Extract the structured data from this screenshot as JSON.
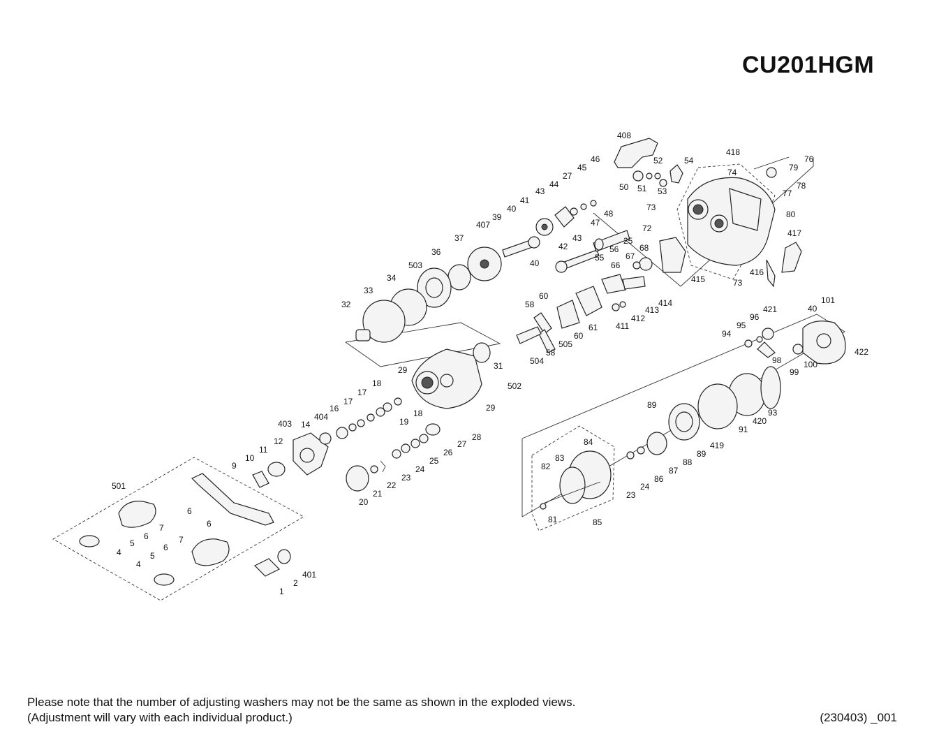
{
  "title": "CU201HGM",
  "note_line1": "Please note that the number of adjusting washers may not be the same as shown in the exploded views.",
  "note_line2": "(Adjustment will vary with each individual product.)",
  "code": "(230403) _001",
  "labels": {
    "p408": "408",
    "p418": "418",
    "p76": "76",
    "p79": "79",
    "p78": "78",
    "p77": "77",
    "p74": "74",
    "p80": "80",
    "p52": "52",
    "p54": "54",
    "p50": "50",
    "p51": "51",
    "p53": "53",
    "p46": "46",
    "p45": "45",
    "p27": "27",
    "p44": "44",
    "p43": "43",
    "p41": "41",
    "p40": "40",
    "p39": "39",
    "p407": "407",
    "p47": "47",
    "p48": "48",
    "p42": "42",
    "p43b": "43",
    "p40b": "40",
    "p73": "73",
    "p72": "72",
    "p56": "56",
    "p25": "25",
    "p68": "68",
    "p67": "67",
    "p55": "55",
    "p417": "417",
    "p37": "37",
    "p36": "36",
    "p503": "503",
    "p34": "34",
    "p33": "33",
    "p32": "32",
    "p66": "66",
    "p415": "415",
    "p416": "416",
    "p73b": "73",
    "p414": "414",
    "p413": "413",
    "p412": "412",
    "p411": "411",
    "p60": "60",
    "p58": "58",
    "p61": "61",
    "p60b": "60",
    "p505": "505",
    "p58b": "58",
    "p504": "504",
    "p101": "101",
    "p40c": "40",
    "p421": "421",
    "p96": "96",
    "p95": "95",
    "p94": "94",
    "p98": "98",
    "p99": "99",
    "p100": "100",
    "p422": "422",
    "p29": "29",
    "p31": "31",
    "p502": "502",
    "p29b": "29",
    "p18": "18",
    "p17": "17",
    "p17b": "17",
    "p16": "16",
    "p19": "19",
    "p18b": "18",
    "p404": "404",
    "p403": "403",
    "p14": "14",
    "p12": "12",
    "p11": "11",
    "p10": "10",
    "p9": "9",
    "p28": "28",
    "p27b": "27",
    "p26": "26",
    "p25b": "25",
    "p24": "24",
    "p23": "23",
    "p22": "22",
    "p21": "21",
    "p20": "20",
    "p89": "89",
    "p93": "93",
    "p420": "420",
    "p91": "91",
    "p419": "419",
    "p89b": "89",
    "p88": "88",
    "p87": "87",
    "p86": "86",
    "p24b": "24",
    "p23b": "23",
    "p84": "84",
    "p83": "83",
    "p82": "82",
    "p81": "81",
    "p85": "85",
    "p501": "501",
    "p6": "6",
    "p7": "7",
    "p6b": "6",
    "p5": "5",
    "p4": "4",
    "p6c": "6",
    "p7b": "7",
    "p6d": "6",
    "p5b": "5",
    "p4b": "4",
    "p401": "401",
    "p2": "2",
    "p1": "1"
  }
}
